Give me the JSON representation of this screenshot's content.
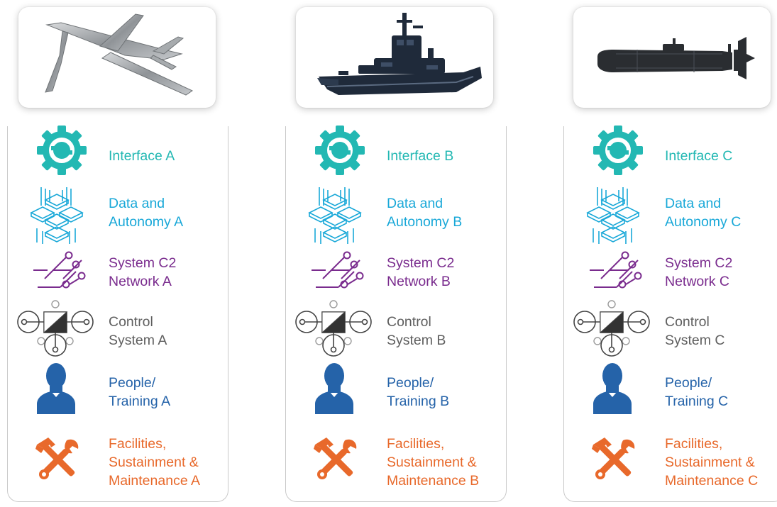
{
  "colors": {
    "interface": "#23b8b3",
    "data": "#19a8d8",
    "network": "#7a2c8e",
    "control": "#5f5f5f",
    "people": "#2563a9",
    "facilities": "#e8692b"
  },
  "columns": [
    {
      "image": "aircraft",
      "interface": "Interface A",
      "data_line1": "Data and",
      "data_line2": "Autonomy A",
      "network_line1": "System C2",
      "network_line2": "Network A",
      "control_line1": "Control",
      "control_line2": "System A",
      "people_line1": "People/",
      "people_line2": "Training A",
      "facilities_line1": "Facilities,",
      "facilities_line2": "Sustainment &",
      "facilities_line3": "Maintenance A"
    },
    {
      "image": "boat",
      "interface": "Interface B",
      "data_line1": "Data and",
      "data_line2": "Autonomy B",
      "network_line1": "System C2",
      "network_line2": "Network B",
      "control_line1": "Control",
      "control_line2": "System B",
      "people_line1": "People/",
      "people_line2": "Training B",
      "facilities_line1": "Facilities,",
      "facilities_line2": "Sustainment &",
      "facilities_line3": "Maintenance B"
    },
    {
      "image": "underwater-vehicle",
      "interface": "Interface C",
      "data_line1": "Data and",
      "data_line2": "Autonomy C",
      "network_line1": "System C2",
      "network_line2": "Network C",
      "control_line1": "Control",
      "control_line2": "System C",
      "people_line1": "People/",
      "people_line2": "Training C",
      "facilities_line1": "Facilities,",
      "facilities_line2": "Sustainment &",
      "facilities_line3": "Maintenance C"
    }
  ]
}
